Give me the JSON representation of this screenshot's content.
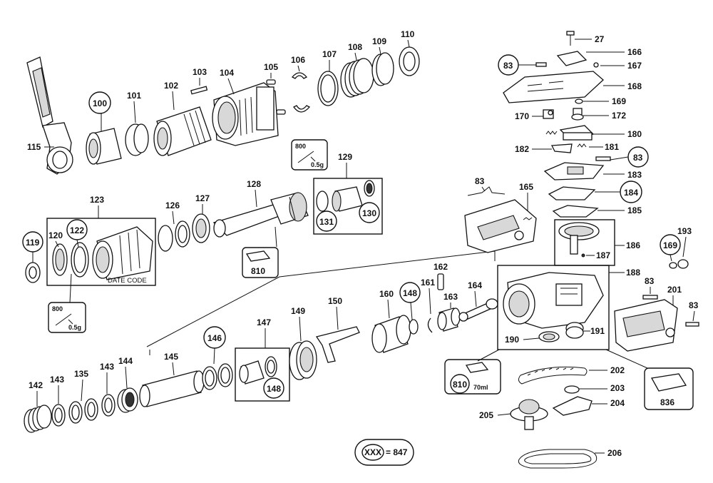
{
  "callouts": {
    "c27": "27",
    "c166": "166",
    "c167": "167",
    "c168": "168",
    "c169": "169",
    "c170": "170",
    "c172": "172",
    "c180": "180",
    "c181": "181",
    "c182": "182",
    "c83a": "83",
    "c83b": "83",
    "c83c": "83",
    "c83d": "83",
    "c83e": "83",
    "c183": "183",
    "c184": "184",
    "c185": "185",
    "c165": "165",
    "c186": "186",
    "c187": "187",
    "c193": "193",
    "c169b": "169",
    "c188": "188",
    "c201": "201",
    "c190": "190",
    "c191": "191",
    "c810b": "810",
    "c202": "202",
    "c203": "203",
    "c204": "204",
    "c205": "205",
    "c836": "836",
    "c206": "206",
    "c115": "115",
    "c100": "100",
    "c101": "101",
    "c102": "102",
    "c103": "103",
    "c104": "104",
    "c105": "105",
    "c106": "106",
    "c107": "107",
    "c108": "108",
    "c109": "109",
    "c110": "110",
    "c129": "129",
    "c131": "131",
    "c130": "130",
    "c128": "128",
    "c123": "123",
    "c119": "119",
    "c120": "120",
    "c122": "122",
    "c126": "126",
    "c127": "127",
    "c810a": "810",
    "c162": "162",
    "c164": "164",
    "c161": "161",
    "c163": "163",
    "c160": "160",
    "c148a": "148",
    "c150": "150",
    "c149": "149",
    "c147": "147",
    "c148b": "148",
    "c146": "146",
    "c145": "145",
    "c144": "144",
    "c143a": "143",
    "c135": "135",
    "c143b": "143",
    "c142": "142"
  },
  "notes": {
    "grease_800_a": "800",
    "grease_05g_a": "0.5g",
    "grease_800_b": "800",
    "grease_05g_b": "0.5g",
    "date_code": "DATE CODE",
    "lube_70ml": "70ml"
  },
  "legend": {
    "code": "XXX",
    "equals": "= 847"
  }
}
